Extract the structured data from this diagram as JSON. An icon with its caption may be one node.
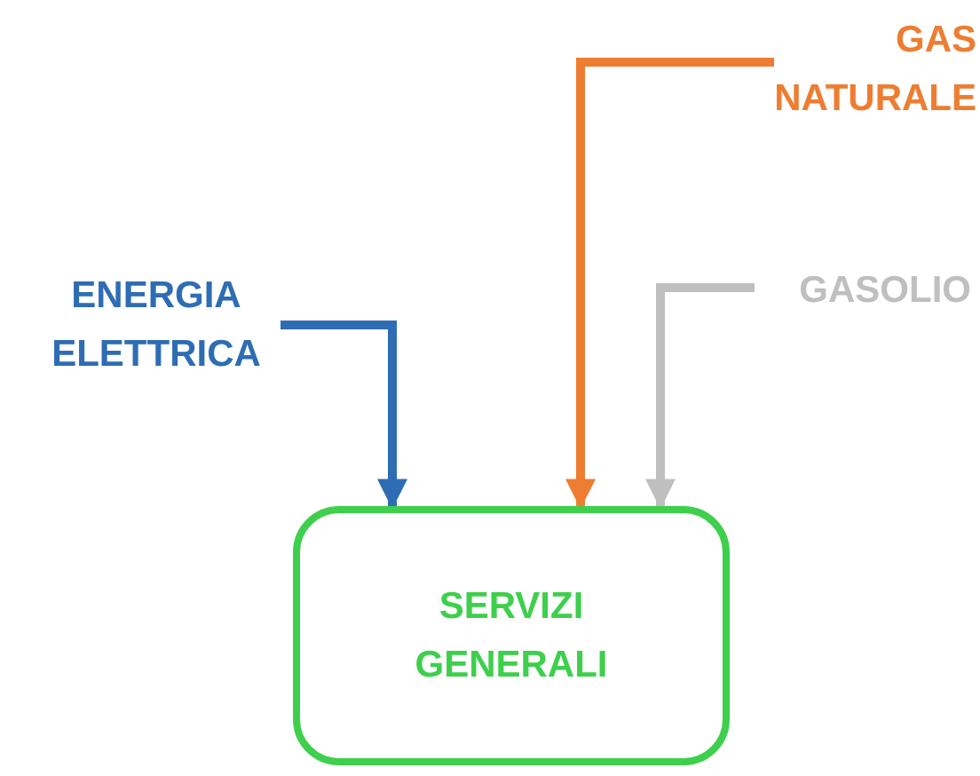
{
  "diagram": {
    "nodes": [
      {
        "text": [
          "ENERGIA ELETTRICA"
        ]
      },
      {
        "text": [
          "GAS NATURALE"
        ]
      },
      {
        "text": [
          "GASOLIO"
        ]
      },
      {
        "text": [
          "SERVIZI GENERALI"
        ]
      }
    ],
    "edges": [
      {
        "from": 0,
        "to": 3,
        "arrow": "to",
        "color": "#2e6db4"
      },
      {
        "from": 1,
        "to": 3,
        "arrow": "to",
        "color": "#ed7d31"
      },
      {
        "from": 2,
        "to": 3,
        "arrow": "to",
        "color": "#bfbfbf"
      }
    ]
  }
}
